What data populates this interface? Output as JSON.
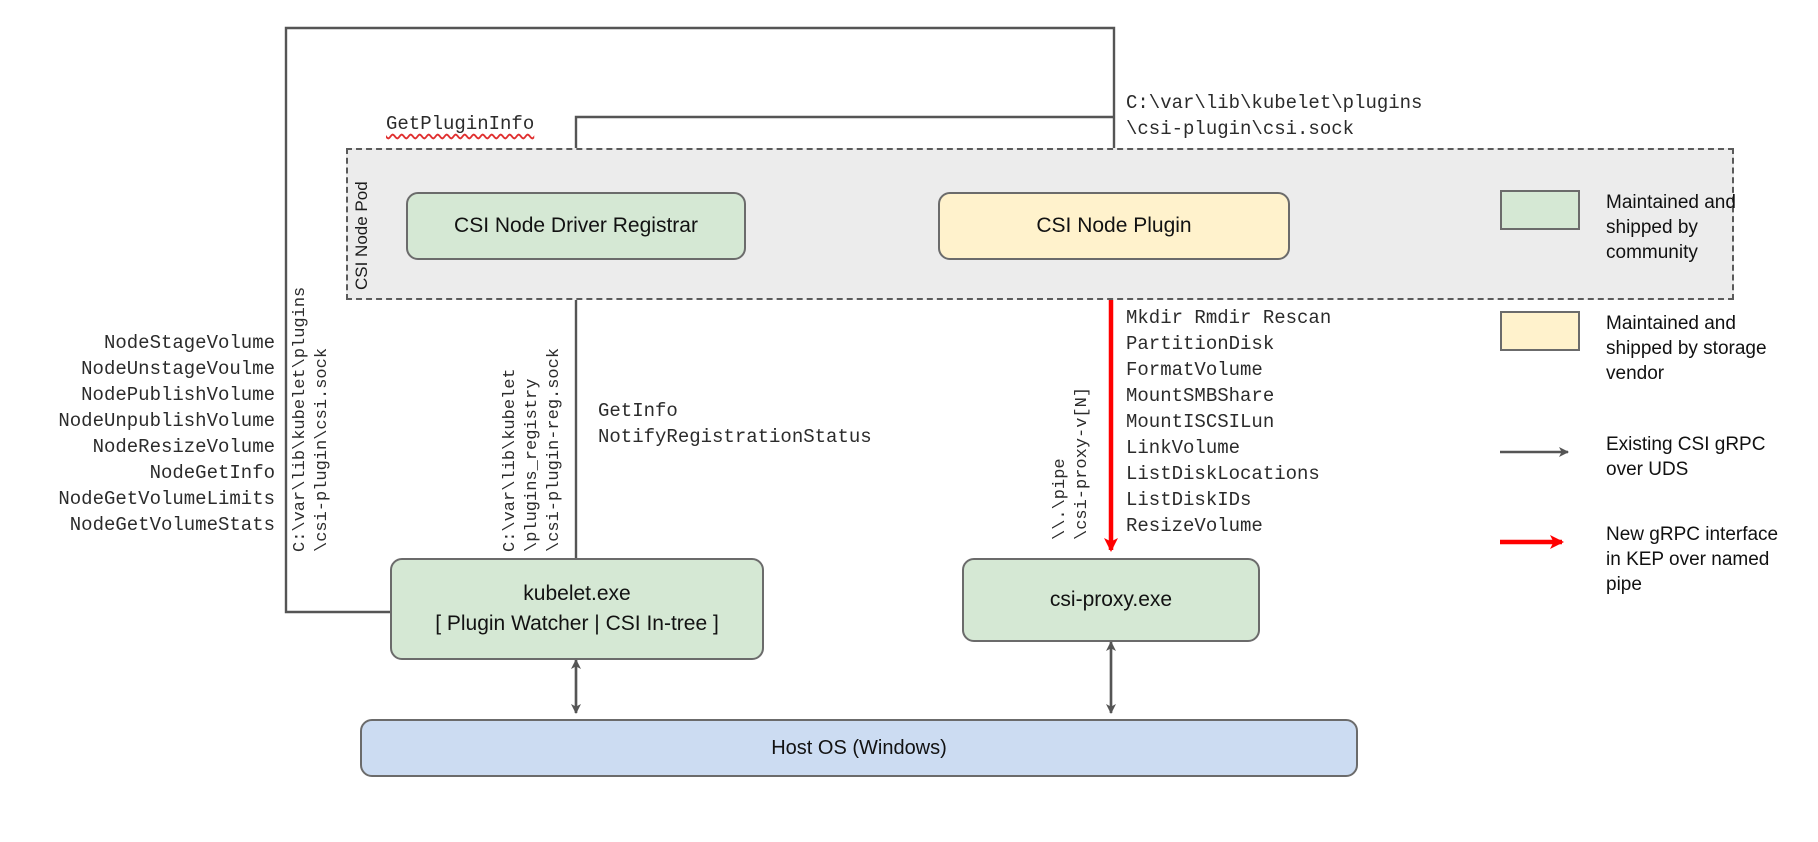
{
  "diagram": {
    "pod": {
      "label": "CSI Node Pod"
    },
    "nodes": {
      "registrar": {
        "label": "CSI Node Driver Registrar",
        "color": "#d5e8d4"
      },
      "node_plugin": {
        "label": "CSI Node Plugin",
        "color": "#fff2cc"
      },
      "kubelet": {
        "line1": "kubelet.exe",
        "line2": "[ Plugin Watcher | CSI In-tree ]",
        "color": "#d5e8d4"
      },
      "csi_proxy": {
        "label": "csi-proxy.exe",
        "color": "#d5e8d4"
      },
      "host_os": {
        "label": "Host OS (Windows)",
        "color": "#ccdcf2"
      }
    },
    "labels": {
      "get_plugin_info": "GetPluginInfo",
      "socket_path_top": "C:\\var\\lib\\kubelet\\plugins\n\\csi-plugin\\csi.sock",
      "registrar_rpcs": "GetInfo\nNotifyRegistrationStatus",
      "csi_sock_vertical": "C:\\var\\lib\\kubelet\\plugins\n\\csi-plugin\\csi.sock",
      "registry_sock_vertical": "C:\\var\\lib\\kubelet\n\\plugins_registry\n\\csi-plugin-reg.sock",
      "named_pipe_vertical": "\\\\.\\pipe\n\\csi-proxy-v[N]"
    },
    "node_service_rpcs": [
      "NodeStageVolume",
      "NodeUnstageVoulme",
      "NodePublishVolume",
      "NodeUnpublishVolume",
      "NodeResizeVolume",
      "NodeGetInfo",
      "NodeGetVolumeLimits",
      "NodeGetVolumeStats"
    ],
    "csi_proxy_operations": [
      "Mkdir Rmdir Rescan",
      "PartitionDisk",
      "FormatVolume",
      "MountSMBShare",
      "MountISCSILun",
      "LinkVolume",
      "ListDiskLocations",
      "ListDiskIDs",
      "ResizeVolume"
    ],
    "legend": [
      {
        "kind": "swatch",
        "color": "#d5e8d4",
        "text": "Maintained and shipped by community"
      },
      {
        "kind": "swatch",
        "color": "#fff2cc",
        "text": "Maintained and shipped by storage vendor"
      },
      {
        "kind": "arrow",
        "color": "#555555",
        "text": "Existing CSI gRPC over UDS"
      },
      {
        "kind": "arrow",
        "color": "#ff0000",
        "text": "New gRPC interface in KEP over named pipe"
      }
    ],
    "colors": {
      "community_green": "#d5e8d4",
      "vendor_yellow": "#fff2cc",
      "host_blue": "#ccdcf2",
      "existing_arrow": "#555555",
      "new_arrow": "#ff0000",
      "pod_bg": "#ececec"
    }
  }
}
